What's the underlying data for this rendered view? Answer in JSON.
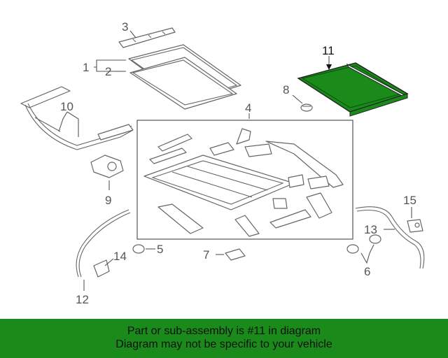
{
  "callouts": {
    "c1": "1",
    "c2": "2",
    "c3": "3",
    "c4": "4",
    "c5": "5",
    "c6": "6",
    "c7": "7",
    "c8": "8",
    "c9": "9",
    "c10": "10",
    "c11": "11",
    "c12": "12",
    "c13": "13",
    "c14": "14",
    "c15": "15"
  },
  "highlight": {
    "part": "11",
    "color": "#1a8a1a"
  },
  "banner": {
    "color": "#1a8a1a",
    "line1": "Part or sub-assembly is #11 in diagram",
    "line2": "Diagram may not be specific to your vehicle"
  }
}
